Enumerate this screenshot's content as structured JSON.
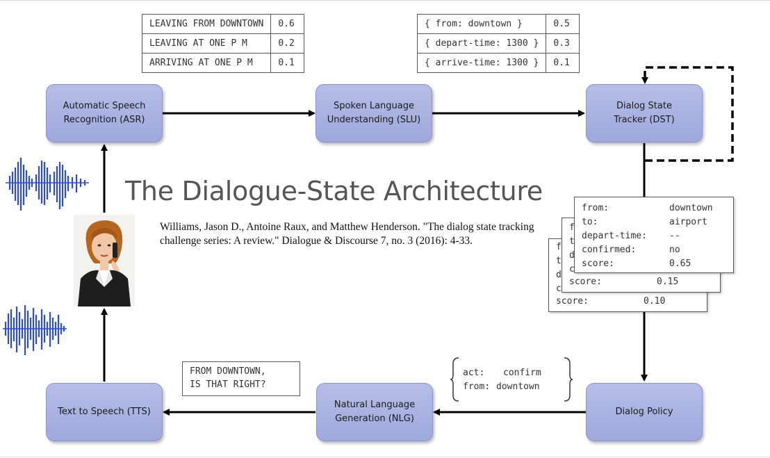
{
  "title": "The Dialogue-State Architecture",
  "citation": "Williams, Jason D., Antoine Raux, and Matthew Henderson. \"The dialog state tracking challenge series: A review.\" Dialogue & Discourse 7, no. 3 (2016): 4-33.",
  "nodes": {
    "asr": "Automatic Speech\nRecognition (ASR)",
    "slu": "Spoken Language\nUnderstanding (SLU)",
    "dst": "Dialog State\nTracker (DST)",
    "policy": "Dialog Policy",
    "nlg": "Natural Language\nGeneration (NLG)",
    "tts": "Text to Speech (TTS)"
  },
  "asr_hypotheses": [
    {
      "text": "LEAVING FROM DOWNTOWN",
      "prob": "0.6"
    },
    {
      "text": "LEAVING AT ONE P M",
      "prob": "0.2"
    },
    {
      "text": "ARRIVING AT ONE P M",
      "prob": "0.1"
    }
  ],
  "slu_hypotheses": [
    {
      "text": "{ from: downtown }",
      "prob": "0.5"
    },
    {
      "text": "{ depart-time: 1300 }",
      "prob": "0.3"
    },
    {
      "text": "{ arrive-time: 1300 }",
      "prob": "0.1"
    }
  ],
  "state_front": {
    "rows": [
      {
        "key": "from:",
        "value": "downtown"
      },
      {
        "key": "to:",
        "value": "airport"
      },
      {
        "key": "depart-time:",
        "value": "--"
      },
      {
        "key": "confirmed:",
        "value": "no"
      },
      {
        "key": "score:",
        "value": "0.65"
      }
    ]
  },
  "state_middle": {
    "peek": [
      "f",
      "t",
      "d",
      "c"
    ],
    "score_key": "score:",
    "score_value": "0.15"
  },
  "state_back": {
    "peek": [
      "f",
      "t",
      "d",
      "c"
    ],
    "score_key": "score:",
    "score_value": "0.10"
  },
  "policy_act": {
    "line1_key": "act:",
    "line1_value": "confirm",
    "line2_key": "from:",
    "line2_value": "downtown"
  },
  "nlg_output": {
    "line1": "FROM DOWNTOWN,",
    "line2": "IS THAT RIGHT?"
  },
  "colors": {
    "node_fill": "#a9b1e1",
    "waveform": "#2c4bd6"
  },
  "icons": [
    "waveform-input-icon",
    "waveform-output-icon",
    "person-phone-icon"
  ]
}
